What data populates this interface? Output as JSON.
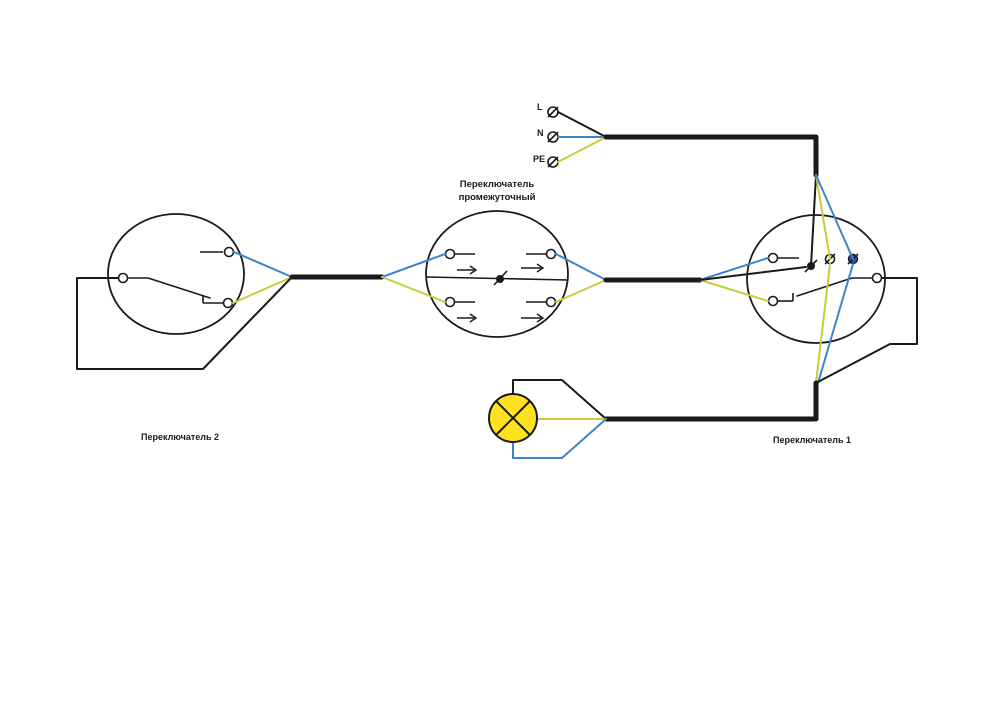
{
  "labels": {
    "supply_l": "L",
    "supply_n": "N",
    "supply_pe": "PE",
    "intermediate_line1": "Переключатель",
    "intermediate_line2": "промежуточный",
    "switch2": "Переключатель 2",
    "switch1": "Переключатель 1"
  },
  "colors": {
    "phase_wire": "#1a1a1a",
    "neutral_wire": "#3a86c9",
    "earth_wire": "#c8cc3c",
    "lamp_fill": "#ffe21f",
    "neutral_terminal": "#2d4fb8"
  },
  "icons": {
    "lamp": "lamp-icon",
    "terminal": "screw-terminal-icon",
    "arrow": "arrow-right-icon"
  }
}
